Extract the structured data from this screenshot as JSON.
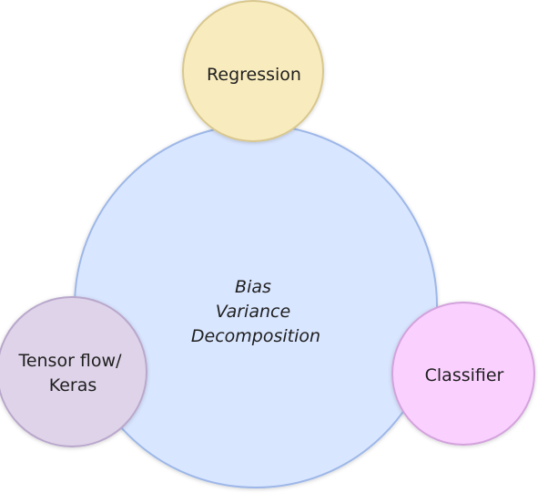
{
  "diagram": {
    "center": {
      "lines": [
        "Bias",
        "Variance",
        "Decomposition"
      ],
      "fill": "#d9e6ff",
      "stroke": "#9db7e8"
    },
    "regression": {
      "label": "Regression",
      "fill": "#f8ebbd",
      "stroke": "#d8c78e"
    },
    "tensorflow": {
      "lines": [
        "Tensor flow/",
        "Keras"
      ],
      "fill": "#ded3e8",
      "stroke": "#b9a7cc"
    },
    "classifier": {
      "label": "Classifier",
      "fill": "#fad0ff",
      "stroke": "#d3a2dc"
    }
  }
}
